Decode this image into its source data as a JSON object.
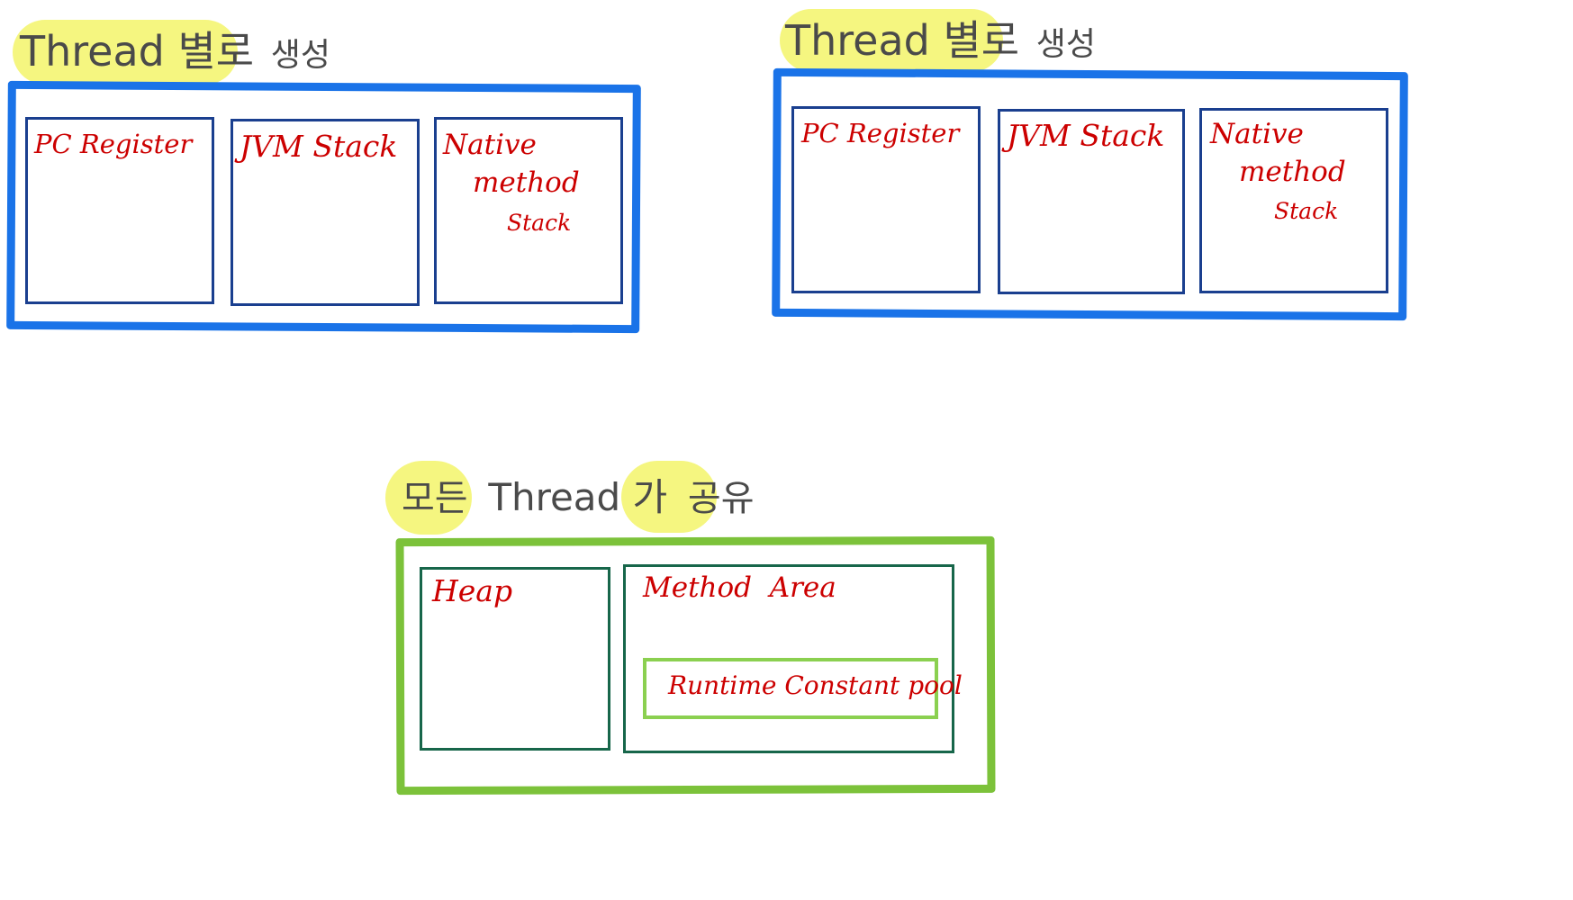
{
  "thread_groups": [
    {
      "heading_main": "Thread 별로",
      "heading_suffix": "생성",
      "areas": {
        "pc_register": "PC Register",
        "jvm_stack": "JVM Stack",
        "native_line1": "Native",
        "native_line2": "method",
        "native_line3": "Stack"
      }
    },
    {
      "heading_main": "Thread 별로",
      "heading_suffix": "생성",
      "areas": {
        "pc_register": "PC Register",
        "jvm_stack": "JVM Stack",
        "native_line1": "Native",
        "native_line2": "method",
        "native_line3": "Stack"
      }
    }
  ],
  "shared": {
    "heading_part1": "모든",
    "heading_part2": "Thread 가",
    "heading_part3": "공유",
    "heap": "Heap",
    "method_area": "Method  Area",
    "runtime_constant_pool": "Runtime Constant pool"
  },
  "colors": {
    "thread_border": "#1a73e8",
    "shared_border": "#7cc23a",
    "label_text": "#cc0000",
    "highlight": "#f3f46a"
  }
}
